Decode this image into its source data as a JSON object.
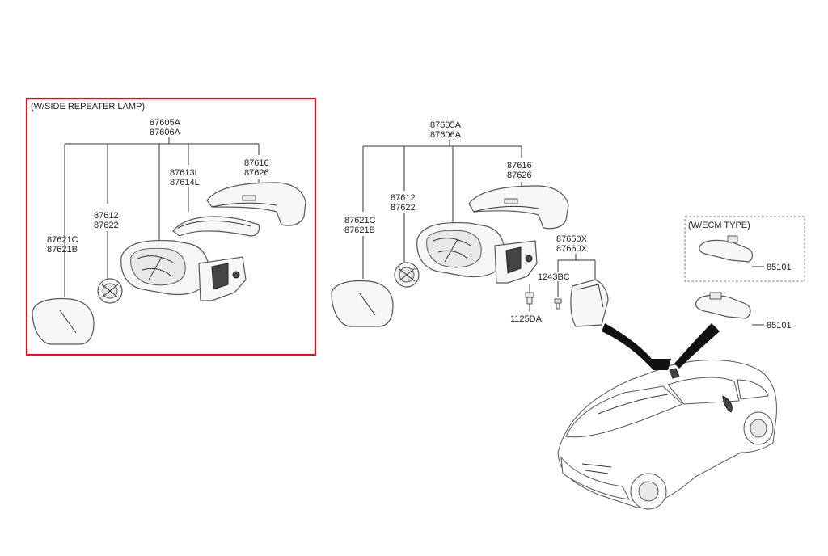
{
  "colors": {
    "highlight_border": "#d9141b",
    "ecm_dash_border": "#888888",
    "line": "#333333"
  },
  "group_with_side_repeater": {
    "title": "(W/SIDE REPEATER LAMP)",
    "top_callout": [
      "87605A",
      "87606A"
    ],
    "callouts": {
      "cover": [
        "87616",
        "87626"
      ],
      "repeater_lamp": [
        "87613L",
        "87614L"
      ],
      "actuator": [
        "87612",
        "87622"
      ],
      "glass": [
        "87621C",
        "87621B"
      ]
    }
  },
  "group_standard": {
    "top_callout": [
      "87605A",
      "87606A"
    ],
    "callouts": {
      "cover": [
        "87616",
        "87626"
      ],
      "actuator": [
        "87612",
        "87622"
      ],
      "glass": [
        "87621C",
        "87621B"
      ],
      "trim_cover": [
        "87650X",
        "87660X"
      ],
      "screw_a": "1243BC",
      "screw_b": "1125DA"
    }
  },
  "inside_mirror": {
    "ecm_title": "(W/ECM TYPE)",
    "ecm_part": "85101",
    "standard_part": "85101"
  }
}
